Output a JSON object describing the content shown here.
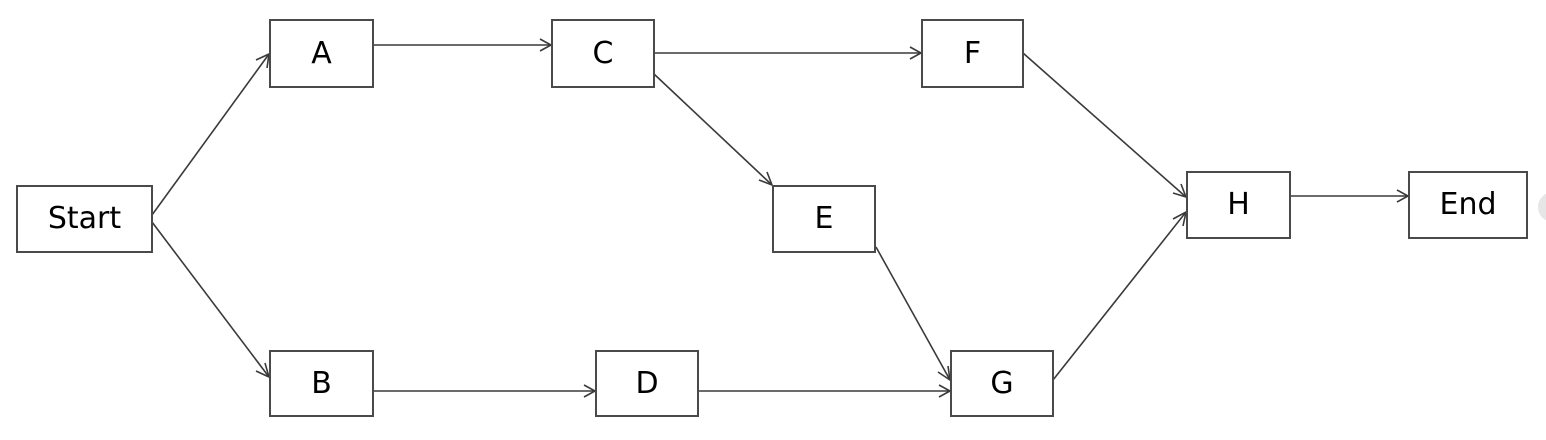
{
  "diagram": {
    "nodes": [
      {
        "id": "start",
        "label": "Start"
      },
      {
        "id": "a",
        "label": "A"
      },
      {
        "id": "b",
        "label": "B"
      },
      {
        "id": "c",
        "label": "C"
      },
      {
        "id": "d",
        "label": "D"
      },
      {
        "id": "e",
        "label": "E"
      },
      {
        "id": "f",
        "label": "F"
      },
      {
        "id": "g",
        "label": "G"
      },
      {
        "id": "h",
        "label": "H"
      },
      {
        "id": "end",
        "label": "End"
      }
    ],
    "edges": [
      {
        "from": "start",
        "to": "a"
      },
      {
        "from": "start",
        "to": "b"
      },
      {
        "from": "a",
        "to": "c"
      },
      {
        "from": "b",
        "to": "d"
      },
      {
        "from": "c",
        "to": "f"
      },
      {
        "from": "c",
        "to": "e"
      },
      {
        "from": "d",
        "to": "g"
      },
      {
        "from": "e",
        "to": "g"
      },
      {
        "from": "f",
        "to": "h"
      },
      {
        "from": "g",
        "to": "h"
      },
      {
        "from": "h",
        "to": "end"
      }
    ]
  }
}
